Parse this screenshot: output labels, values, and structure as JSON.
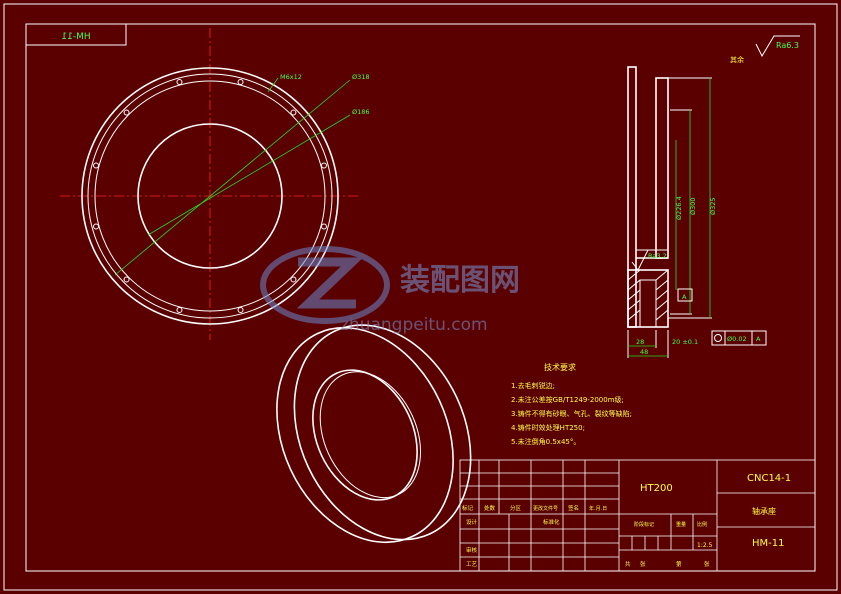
{
  "drawing_code_mirror": "HM-11",
  "dimensions": {
    "thread_note": "M6x12",
    "dia_outer": "Ø318",
    "dia_inner": "Ø186",
    "dia_226": "Ø226.4",
    "dia_300": "Ø300",
    "dia_325": "Ø325",
    "width_28": "28",
    "width_48": "48",
    "fit_note": "20 ±0.1",
    "ra_local": "Ra3.2",
    "ra_general": "Ra6.3",
    "other_label": "其余",
    "datum": "A",
    "runout_value": "Ø0.02",
    "runout_datum": "A"
  },
  "technical_requirements": {
    "title": "技术要求",
    "items": [
      "1.去毛刺锐边;",
      "2.未注公差按GB/T1249-2000m级;",
      "3.铸件不得有砂眼、气孔、裂纹等缺陷;",
      "4.铸件时效处理HT250;",
      "5.未注倒角0.5x45°。"
    ]
  },
  "watermark": {
    "cn": "装配图网",
    "url": "zhuangpeitu.com"
  },
  "title_block": {
    "material": "HT200",
    "project_code": "CNC14-1",
    "part_name": "轴承座",
    "drawing_no": "HM-11",
    "scale": "1:2.5",
    "row_labels": [
      "标记",
      "处数",
      "分区",
      "更改文件号",
      "签名",
      "年.月.日"
    ],
    "left_labels": [
      "设计",
      "审核",
      "工艺"
    ],
    "mid_labels": [
      "标准化",
      "阶段标记",
      "重量",
      "比例"
    ],
    "bottom_row": [
      "共",
      "张",
      "第",
      "张"
    ]
  }
}
